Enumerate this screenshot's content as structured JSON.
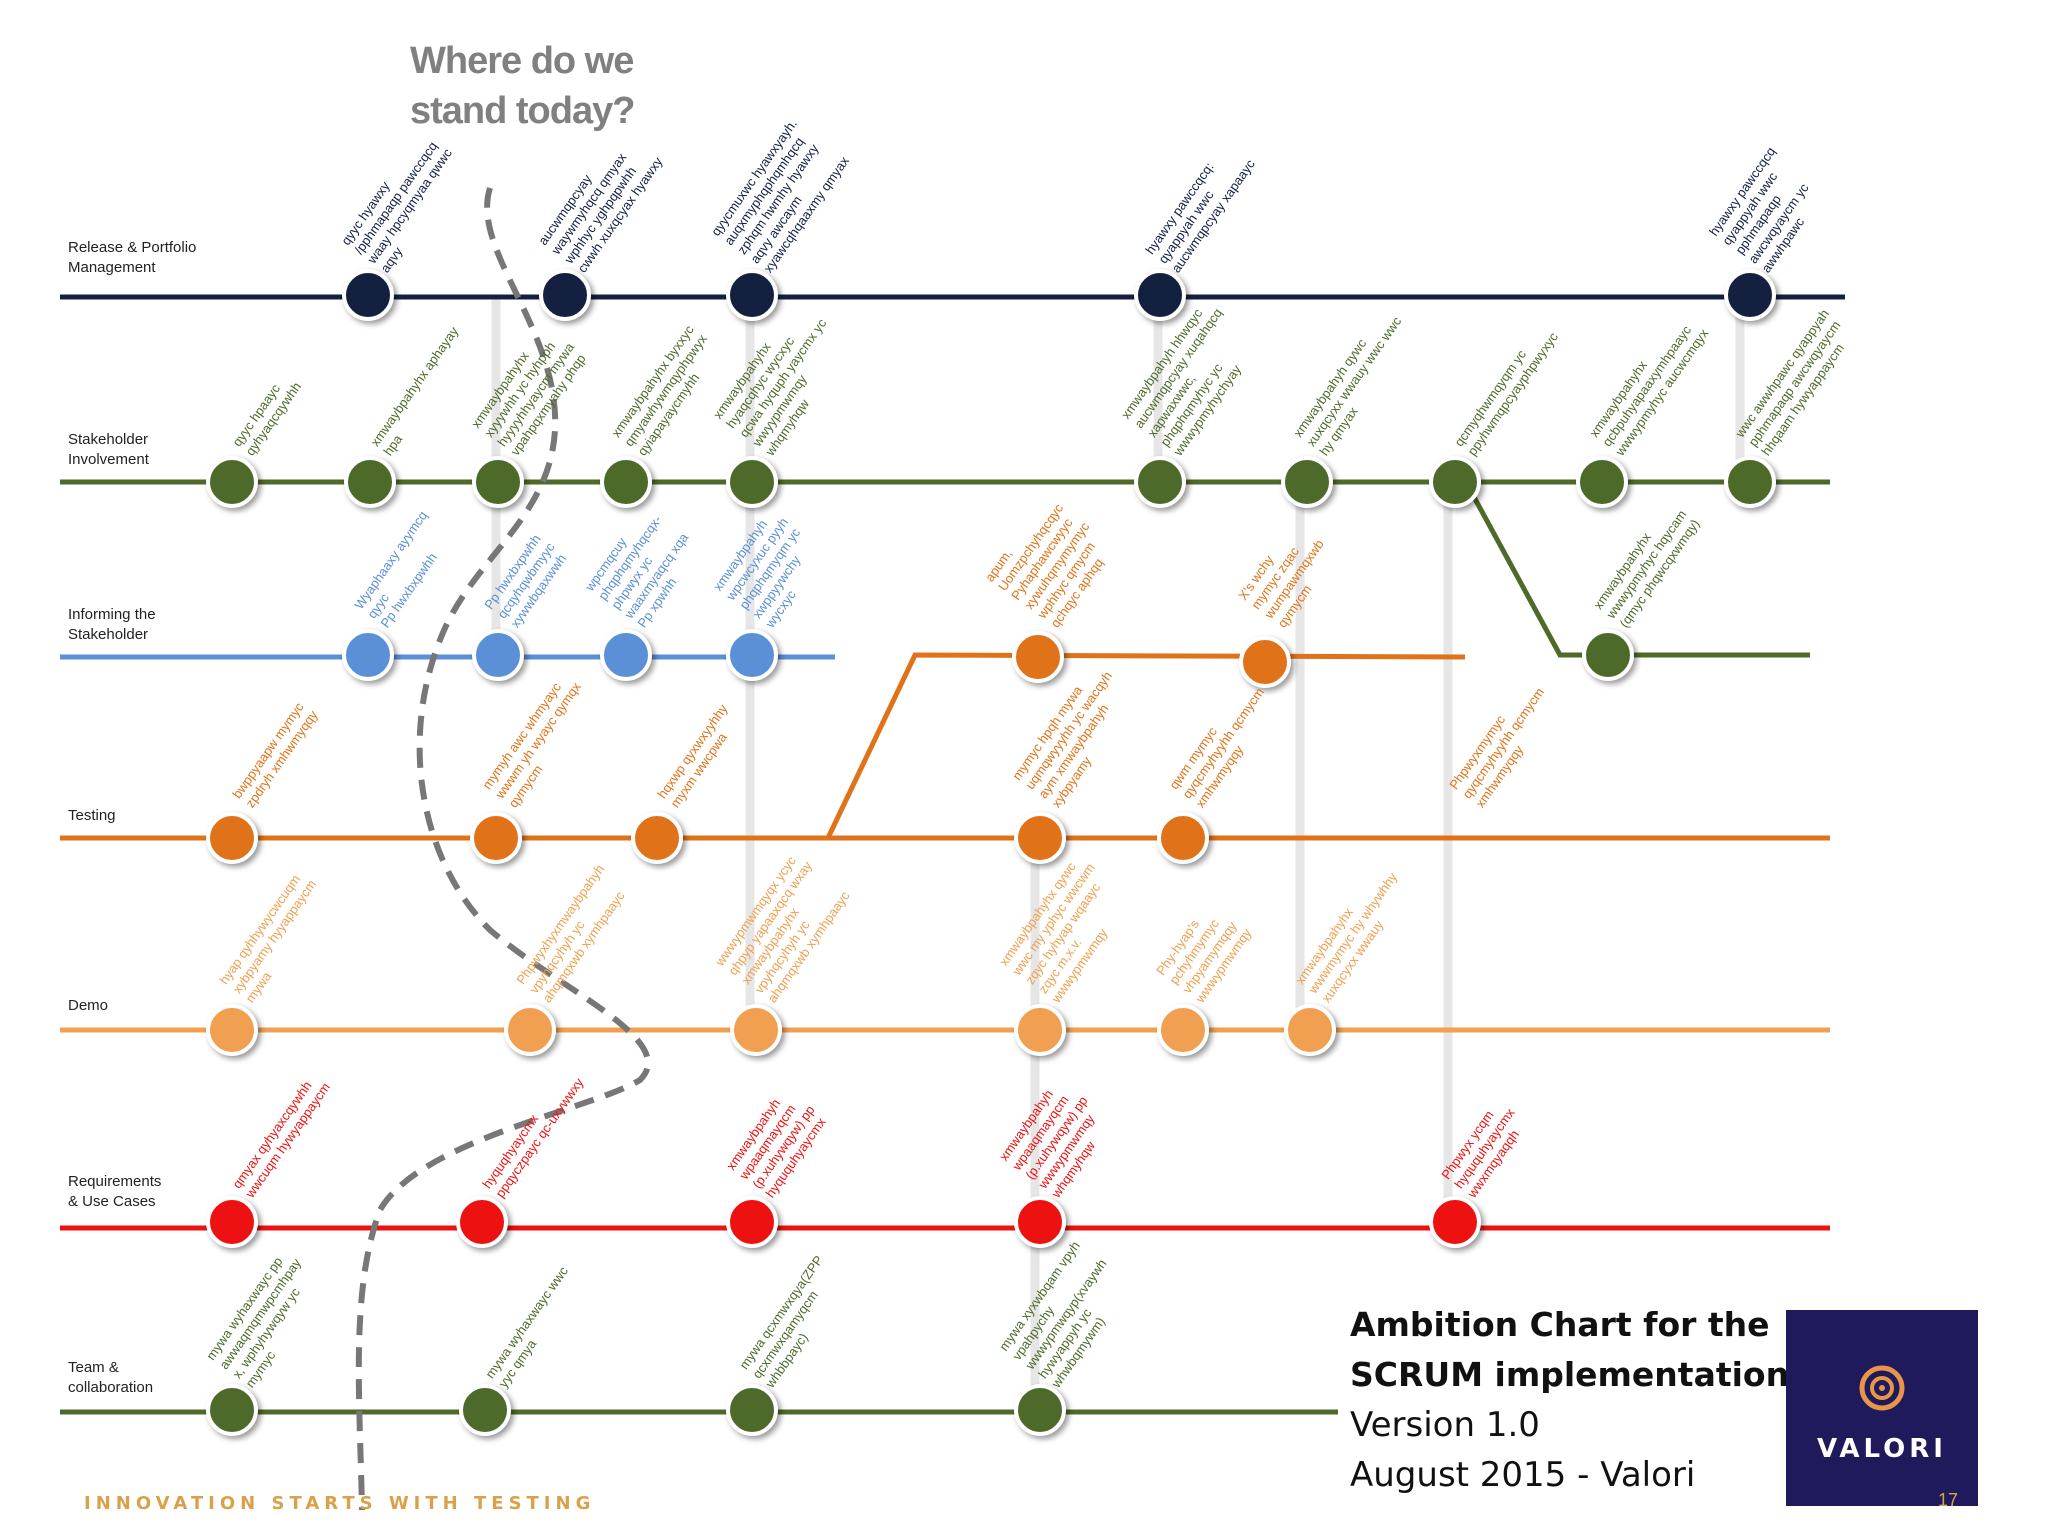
{
  "heading": {
    "line1": "Where do we",
    "line2": "stand today?"
  },
  "lanes": [
    {
      "label": "Release & Portfolio\nManagement",
      "color": "#142040"
    },
    {
      "label": "Stakeholder\nInvolvement",
      "color": "#4e6a2a"
    },
    {
      "label": "Informing the\nStakeholder",
      "color": "#5b8fd6"
    },
    {
      "label": "Testing",
      "color": "#e0731a"
    },
    {
      "label": "Demo",
      "color": "#f0a050"
    },
    {
      "label": "Requirements\n& Use Cases",
      "color": "#ee1111"
    },
    {
      "label": "Team &\ncollaboration",
      "color": "#4e6a2a"
    }
  ],
  "node_labels": {
    "release": [
      [
        "qyyc hyawxy",
        "/pphmapaqp pawccqcq",
        "waay hpcyqmyaa qwwc",
        "aqvy"
      ],
      [
        "aucwmqpcyay",
        "waywmyhqcq qmyax",
        "wphhyc yghpqpwhh",
        "cwwh xuxqcyax hyawxy"
      ],
      [
        "qyycmuxwc hyawxyayh.",
        "auqxmyphqphqmhqcq",
        "zphqm hwmhy hyawxy",
        "aqvy awcaym",
        "xyawcqhqaaxmy qmyax"
      ],
      [
        "hyawxy pawccqcq:",
        "qyappyah wwc",
        "aucwmqpcyay xapaayc"
      ],
      [
        "hyawxy pawccqcq",
        "qyappyah wwc",
        "pphmapaqp",
        "awcwqyaycm yc",
        "awwhpawc"
      ]
    ],
    "stakeholder": [
      [
        "qyyc hpaayc",
        "qyhyaqcqywhh"
      ],
      [
        "xmwaybpahyhx aphayay",
        "hpa"
      ],
      [
        "xmwaybpahyhx",
        "xyyywhh yc hyhpph",
        "hyyyyhhyaycm mywa",
        "vpahpqxmyahy phqp"
      ],
      [
        "xmwaybpahyhx byxxyc",
        "qmyawhywmqyphpwyx",
        "qyiapayaycmyhh"
      ],
      [
        "xmwaybpahyhx",
        "hyaqcqhyc wycxyc",
        "qcwa hyquph yaycmx yc",
        "wwyypmwmqy",
        "whqmyhqw"
      ],
      [
        "xmwaybpahyh hhwqyc",
        "aucwmqpcyay xuqahqcq",
        "xapwaxwwc,",
        "phqphqmyhyc yc",
        "wwwypmyhychyay"
      ],
      [
        "xmwaybpahyh qywc",
        "xuxqcyxx wwauy wwc wwc",
        "hy qmyax"
      ],
      [
        "qcmyqhwmqyqm yc",
        "ppyhwmqpcyayphpwyxyc"
      ],
      [
        "xmwaybpahyhx",
        "qcbpuhyapaaxymhpaayc",
        "wwwypmyhyc aucwcmqyx"
      ],
      [
        "wwc awwhpawc qyappyah",
        "pphmapaqp awcwqyaycm",
        "hhqaam hywyappaycm"
      ]
    ],
    "informing": [
      [
        "Wyaphaaxy ayymcq",
        "qyyc",
        "Pp hwxbxpwhh"
      ],
      [
        "Pp hwxbxpwhh",
        "qcqyhqwbmyyc",
        "xywwbqaxwwh"
      ],
      [
        "wpcmqcuy",
        "phqphqmyhqcqx-",
        "phpwyx yc",
        "waaxmyaqcq xqa",
        "Pp xpwhh"
      ],
      [
        "xmwaybpahyh",
        "wpcwcyxuc pyyh",
        "phqphqmyqm yc",
        "xwppyywchy",
        "wycxyc"
      ],
      [
        "apum,",
        "Uomzpchyhqcqyc",
        "Pyhaphawcwyyc",
        "xywuhqmymymyc",
        "wphhyc qmycm",
        "qchqyc aphqq"
      ],
      [
        "X's wchy",
        "mymyc zqac",
        "wumpawmqxwb",
        "qymycm"
      ],
      [
        "xmwaybpahyhx",
        "wwwypmyhyc hqycam",
        "(qmyc phqwcqxwmqy)"
      ]
    ],
    "testing": [
      [
        "bwppyaapw mymyc",
        "zpdryh xmhwmyqqy"
      ],
      [
        "mymyh awc whmyayc",
        "wwwm yh wyayc qymqx",
        "qymycm"
      ],
      [
        "hqxwp qyxwxyyhhy",
        "myxm wwcpwa"
      ],
      [
        "mymyc hpqh mywa",
        "uqmqwyyyhh yc wacqyh",
        "aym xmwaybpahyh",
        "xybpyamy"
      ],
      [
        "qwm mymyc",
        "qyqcmyhyyhh qcmycm",
        "xmhwmyqqy"
      ],
      [
        "Phpwyxmymyc",
        "qyqcmyhyyhh qcmycm",
        "xmhwmyqqy"
      ]
    ],
    "demo": [
      [
        "hyap qyhhywycwcuqm",
        "xybpyamy hyyappaycm",
        "mywa"
      ],
      [
        "Phpwyxhyxmwaybpahyh",
        "vpyhqcyhyh yc",
        "ahqmqxwb xymhpaayc"
      ],
      [
        "wwwypmwmqyqx ycyc",
        "qhpyp yapaaxqcq wxay",
        "xmwaybpahyhx",
        "vpyhqcyhyh yc",
        "ahqmqxwb xymhpaayc"
      ],
      [
        "xmwaybpahyhx qywc",
        "wwc my yphyc wwcwm",
        "zqyc hyhyap wqaayc",
        "zqyc m,x.v.",
        "wwwypmwmqy"
      ],
      [
        "Phy-hyap's",
        "pchyhmymyc",
        "vhpyamymqqy",
        "wwwypmwmqy"
      ],
      [
        "xmwaybpahyhx",
        "wwwmymyc hy whywhhy",
        "xuxqcyxx wwauy"
      ]
    ],
    "requirements": [
      [
        "qmyax qyhyaxcqywhh",
        "wwcuqm hywyappaycm"
      ],
      [
        "hyquqhyaycmx",
        "ppqyczpayc qc-uxywwxy"
      ],
      [
        "xmwaybpahyh",
        "wpaaqmayqcm",
        "(p.xuhywqyw) pp",
        "hyququhyaycmx"
      ],
      [
        "xmwaybpahyh",
        "wpaaqmayqcm",
        "(p.xuhywqyw) pp",
        "wwwypmwmqy",
        "whqmyhqw"
      ],
      [
        "Phpwyx ycqm",
        "hyququhyaycmx",
        "wwxmqyaqqh"
      ]
    ],
    "team": [
      [
        "mywa wyhaxwayc pp",
        "awwaqmqmwpcmhpay",
        "x, wphyhywqyw yc",
        "mymyc"
      ],
      [
        "mywa wyhaxwayc wwc",
        "yyc qmya"
      ],
      [
        "mywa qcxmwxqya(ZPP",
        "qcxmwxqamyqcm",
        "whbbpayc)"
      ],
      [
        "mywa xyxwbqam vpyh",
        "vpahpychy",
        "wwwypmwqyp(xvaywh",
        "hywyappyh yc",
        "whwbqmywm)"
      ]
    ]
  },
  "title_block": {
    "line1": "Ambition Chart for the",
    "line2": "SCRUM implementation",
    "line3": "Version 1.0",
    "line4": "August 2015 - Valori"
  },
  "logo": {
    "text": "VALORI",
    "bg": "#1e1a5c",
    "ring": "#e8954a"
  },
  "footer": {
    "tagline": "INNOVATION STARTS WITH TESTING",
    "page": "17"
  }
}
